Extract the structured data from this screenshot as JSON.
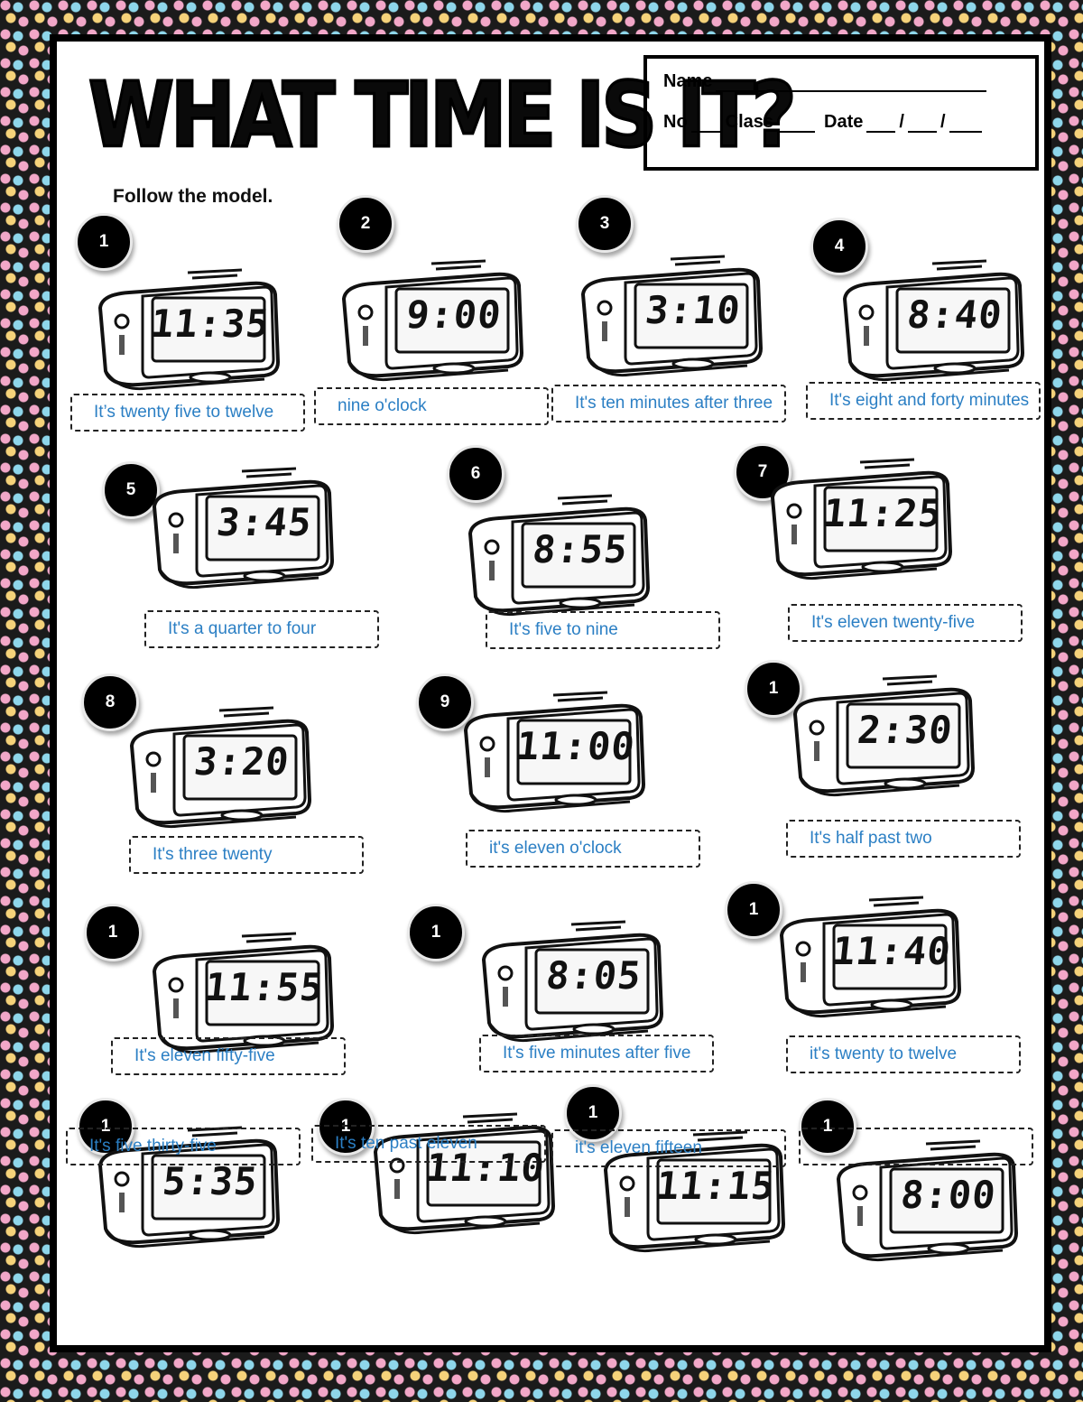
{
  "title": "WHAT TIME IS IT?",
  "form": {
    "name_label": "Name",
    "no_label": "No",
    "class_label": "Class",
    "date_label": "Date",
    "date_sep1": "/",
    "date_sep2": "/"
  },
  "instruction": "Follow the model.",
  "items": [
    {
      "num": "1",
      "time": "11:35",
      "answer": "It’s twenty five to twelve"
    },
    {
      "num": "2",
      "time": "9:00",
      "answer": "nine o'clock"
    },
    {
      "num": "3",
      "time": "3:10",
      "answer": "It's ten minutes after three"
    },
    {
      "num": "4",
      "time": "8:40",
      "answer": "It's eight and forty minutes"
    },
    {
      "num": "5",
      "time": "3:45",
      "answer": "It's a quarter to four"
    },
    {
      "num": "6",
      "time": "8:55",
      "answer": "It's five to nine"
    },
    {
      "num": "7",
      "time": "11:25",
      "answer": "It's eleven twenty-five"
    },
    {
      "num": "8",
      "time": "3:20",
      "answer": "It's three twenty"
    },
    {
      "num": "9",
      "time": "11:00",
      "answer": "it's eleven o'clock"
    },
    {
      "num": "1",
      "time": "2:30",
      "answer": "It's half past two"
    },
    {
      "num": "1",
      "time": "11:55",
      "answer": "It's eleven fifty-five"
    },
    {
      "num": "1",
      "time": "8:05",
      "answer": "It's five minutes after five"
    },
    {
      "num": "1",
      "time": "11:40",
      "answer": "it's twenty to twelve"
    },
    {
      "num": "1",
      "time": "5:35",
      "answer": "It's five thirty-five"
    },
    {
      "num": "1",
      "time": "11:10",
      "answer": "It's ten past eleven"
    },
    {
      "num": "1",
      "time": "11:15",
      "answer": "it's eleven fifteen"
    },
    {
      "num": "1",
      "time": "8:00",
      "answer": ""
    }
  ]
}
